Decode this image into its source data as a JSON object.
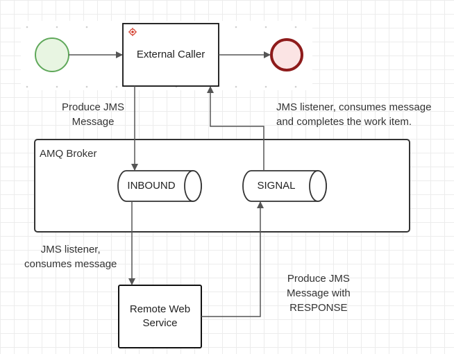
{
  "diagram": {
    "type": "process-flow",
    "nodes": {
      "start_event": {
        "shape": "circle",
        "stroke": "#5fa85a",
        "fill": "#e8f5e2"
      },
      "end_event": {
        "shape": "circle",
        "stroke": "#8e1b1b",
        "fill": "#fbe4e4"
      },
      "external_caller": {
        "label": "External Caller",
        "icon": "target-icon",
        "icon_color": "#d33b2a"
      },
      "amq_broker": {
        "label": "AMQ Broker"
      },
      "inbound_queue": {
        "label": "INBOUND"
      },
      "signal_queue": {
        "label": "SIGNAL"
      },
      "remote_service": {
        "label": "Remote Web\nService"
      }
    },
    "edge_labels": {
      "produce_jms_message": "Produce JMS\nMessage",
      "jms_listener_completes": "JMS listener, consumes message\nand completes the work item.",
      "jms_listener_consumes": "JMS listener,\nconsumes message",
      "produce_jms_response": "Produce JMS\nMessage with\nRESPONSE"
    },
    "edges": [
      {
        "from": "start_event",
        "to": "external_caller"
      },
      {
        "from": "external_caller",
        "to": "end_event"
      },
      {
        "from": "external_caller",
        "to": "inbound_queue",
        "label": "produce_jms_message"
      },
      {
        "from": "inbound_queue",
        "to": "remote_service",
        "label": "jms_listener_consumes"
      },
      {
        "from": "remote_service",
        "to": "signal_queue",
        "label": "produce_jms_response"
      },
      {
        "from": "signal_queue",
        "to": "external_caller",
        "label": "jms_listener_completes"
      }
    ],
    "colors": {
      "line": "#555555",
      "box_stroke": "#333333"
    }
  }
}
